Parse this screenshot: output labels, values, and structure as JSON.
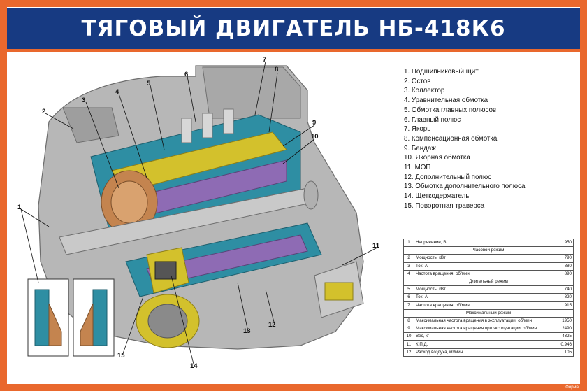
{
  "title": "ТЯГОВЫЙ ДВИГАТЕЛЬ НБ-418К6",
  "callouts": [
    "1",
    "2",
    "3",
    "4",
    "5",
    "6",
    "7",
    "8",
    "9",
    "10",
    "11",
    "12",
    "13",
    "14",
    "15"
  ],
  "legend": [
    "1. Подшипниковый щит",
    "2. Остов",
    "3. Коллектор",
    "4. Уравнительная обмотка",
    "5. Обмотка главных полюсов",
    "6. Главный полюс",
    "7. Якорь",
    "8. Компенсационная обмотка",
    "9. Бандаж",
    "10. Якорная обмотка",
    "11. МОП",
    "12. Дополнительный полюс",
    "13. Обмотка дополнительного полюса",
    "14. Щеткодержатель",
    "15. Поворотная траверса"
  ],
  "specs": {
    "r1": {
      "n": "1",
      "label": "Напряжение, В",
      "value": "950"
    },
    "sec1": "Часовой режим",
    "r2": {
      "n": "2",
      "label": "Мощность, кВт",
      "value": "790"
    },
    "r3": {
      "n": "3",
      "label": "Ток, А",
      "value": "880"
    },
    "r4": {
      "n": "4",
      "label": "Частота вращения, об/мин",
      "value": "890"
    },
    "sec2": "Длительный режим",
    "r5": {
      "n": "5",
      "label": "Мощность, кВт",
      "value": "740"
    },
    "r6": {
      "n": "6",
      "label": "Ток, А",
      "value": "820"
    },
    "r7": {
      "n": "7",
      "label": "Частота вращения, об/мин",
      "value": "915"
    },
    "sec3": "Максимальный режим",
    "r8": {
      "n": "8",
      "label": "Максимальная частота вращения в эксплуатации, об/мин",
      "value": "1950"
    },
    "r9": {
      "n": "9",
      "label": "Максимальная частота вращения при эксплуатации, об/мин",
      "value": "2490"
    },
    "r10": {
      "n": "10",
      "label": "Вес, кг",
      "value": "4325"
    },
    "r11": {
      "n": "11",
      "label": "К.П.Д.",
      "value": "0,946"
    },
    "r12": {
      "n": "12",
      "label": "Расход воздуха, м³/мин",
      "value": "105"
    }
  },
  "watermark": "Форма",
  "colors": {
    "frame": "#e9682d",
    "title_bg": "#173a82",
    "housing": "#b7b7b7",
    "stator": "#2e8ea3",
    "winding": "#d3c12c",
    "armature": "#8e6bb4",
    "copper": "#c4844f"
  }
}
